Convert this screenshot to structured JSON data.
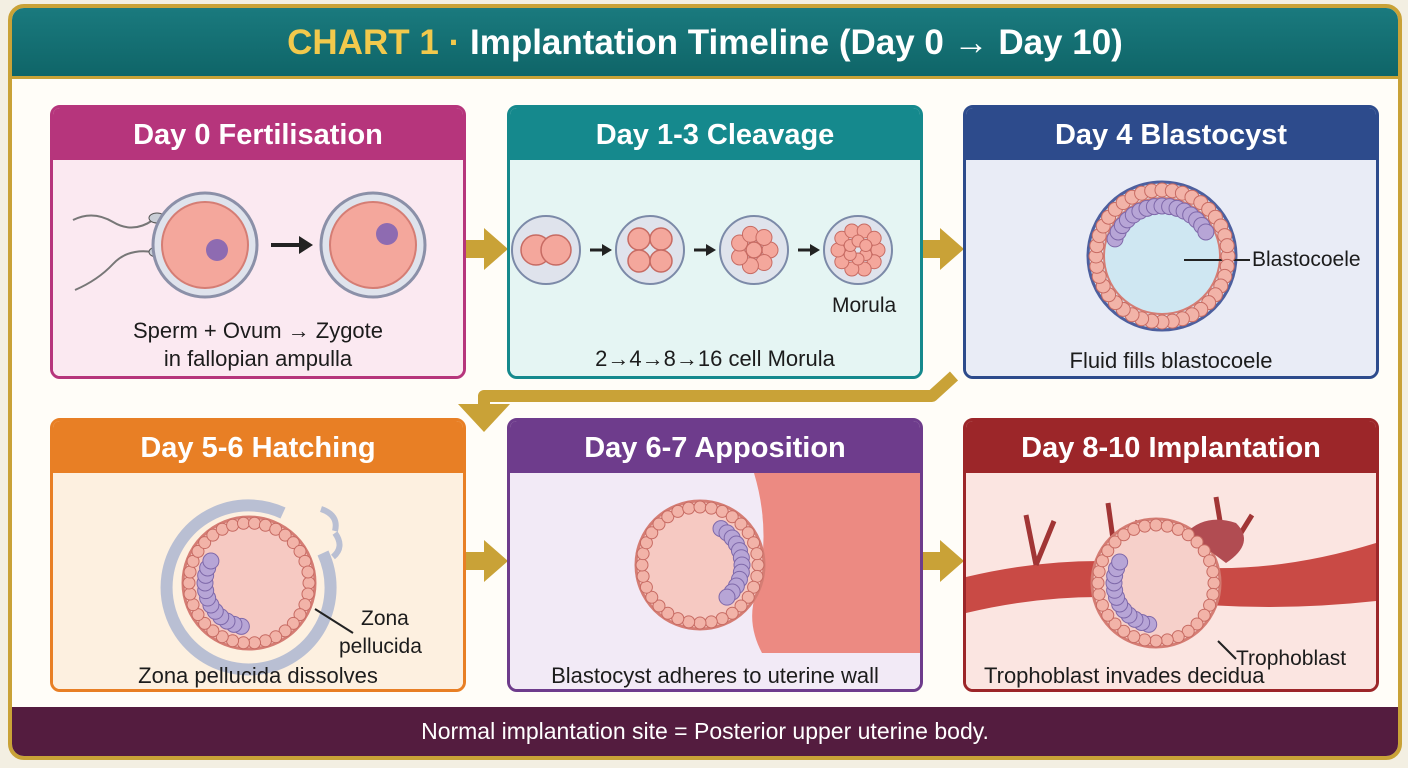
{
  "title": {
    "prefix": "CHART 1",
    "separator": "·",
    "main": "Implantation Timeline (Day 0 → Day 10)"
  },
  "stages": [
    {
      "heading": "Day 0 Fertilisation",
      "caption_line1": "Sperm + Ovum → Zygote",
      "caption_line2": "in fallopian ampulla"
    },
    {
      "heading": "Day 1-3 Cleavage",
      "label": "Morula",
      "caption": "2→4→8→16 cell Morula"
    },
    {
      "heading": "Day 4 Blastocyst",
      "label": "Blastocoele",
      "caption": "Fluid fills blastocoele"
    },
    {
      "heading": "Day 5-6 Hatching",
      "label_line1": "Zona",
      "label_line2": "pellucida",
      "caption": "Zona pellucida dissolves"
    },
    {
      "heading": "Day 6-7 Apposition",
      "caption": "Blastocyst adheres to uterine wall"
    },
    {
      "heading": "Day 8-10 Implantation",
      "label": "Trophoblast",
      "caption": "Trophoblast invades decidua"
    }
  ],
  "footer": "Normal implantation site = Posterior upper uterine body.",
  "colors": {
    "frame": "#c9a237",
    "banner": "#15898d",
    "footer": "#541c3f",
    "arrow": "#c9a237",
    "day0": "#b6357c",
    "day1_3": "#15898d",
    "day4": "#2d4b8c",
    "day5_6": "#e87f25",
    "day6_7": "#6e3c8c",
    "day8_10": "#9c2629"
  }
}
